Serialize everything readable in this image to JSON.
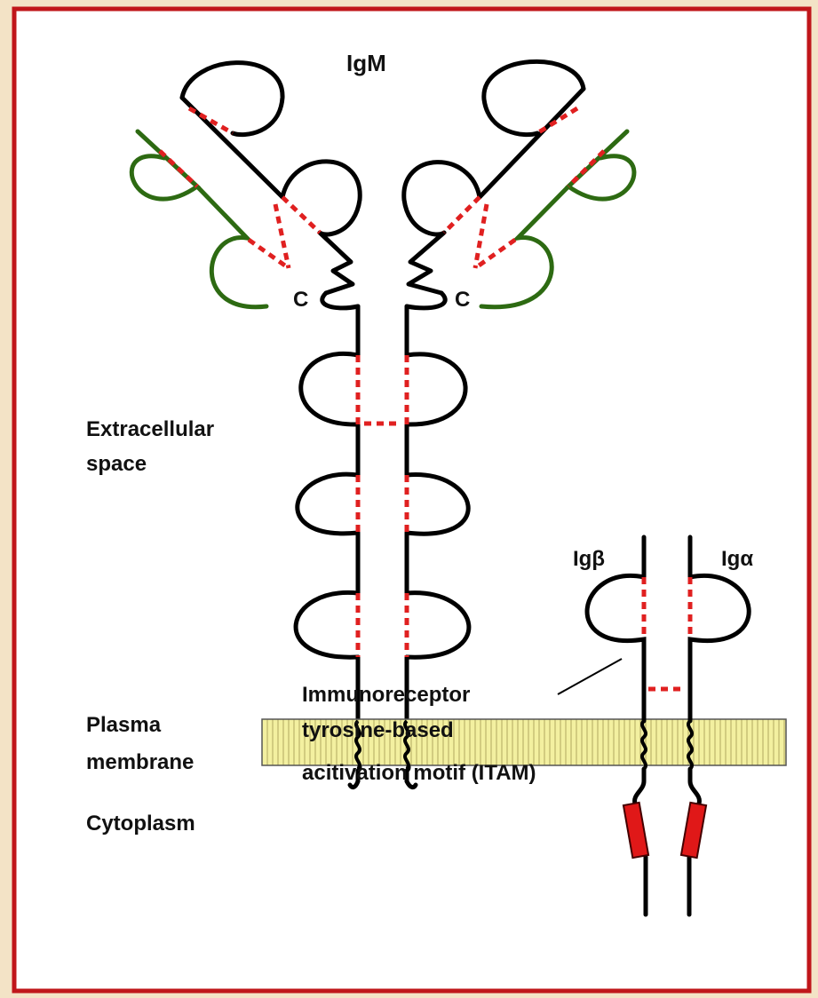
{
  "diagram": {
    "title": "IgM",
    "labels": {
      "extracellular_line1": "Extracellular",
      "extracellular_line2": "space",
      "plasma_line1": "Plasma",
      "plasma_line2": "membrane",
      "cytoplasm": "Cytoplasm",
      "ig_beta": "Igβ",
      "ig_alpha": "Igα",
      "c_left": "C",
      "c_right": "C",
      "itam_line1": "Immunoreceptor",
      "itam_line2": "tyrosine-based",
      "itam_line3": "acitivation motif (ITAM)"
    },
    "colors": {
      "background": "#f3e3c6",
      "frame_border": "#c0161a",
      "heavy_chain": "#000000",
      "light_chain": "#2d6a12",
      "disulfide_bond": "#e02020",
      "membrane_fill": "#f3f0a0",
      "itam": "#e01818"
    }
  }
}
